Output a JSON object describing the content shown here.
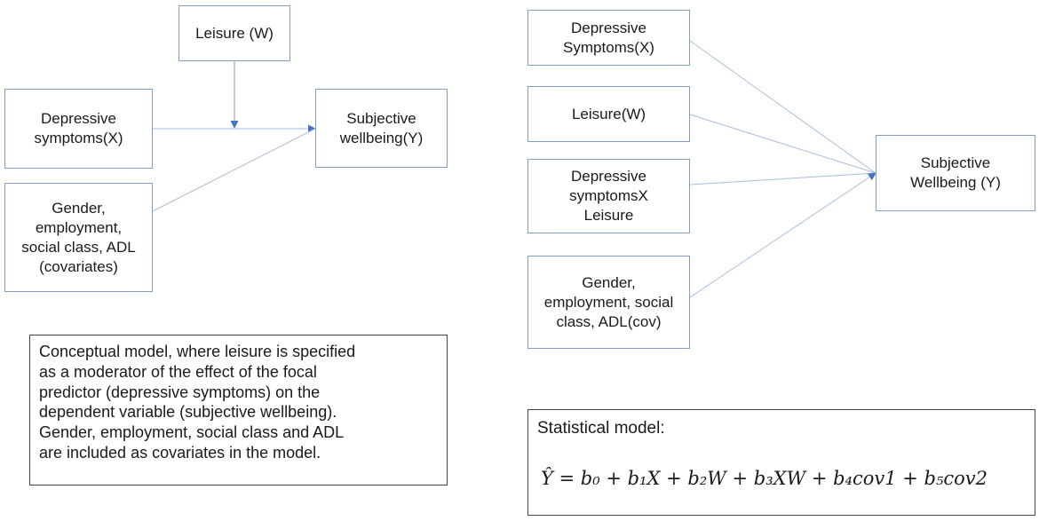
{
  "conceptual": {
    "leisure": "Leisure (W)",
    "x_lines": [
      "Depressive",
      "symptoms(X)"
    ],
    "y_lines": [
      "Subjective",
      "wellbeing(Y)"
    ],
    "cov_lines": [
      "Gender,",
      "employment,",
      "social class, ADL",
      "(covariates)"
    ]
  },
  "statistical": {
    "x_lines": [
      "Depressive",
      "Symptoms(X)"
    ],
    "w": "Leisure(W)",
    "xw_lines": [
      "Depressive",
      "symptomsX",
      "Leisure"
    ],
    "cov_lines": [
      "Gender,",
      "employment, social",
      "class, ADL(cov)"
    ],
    "y_lines": [
      "Subjective",
      "Wellbeing (Y)"
    ]
  },
  "caption_lines": [
    "Conceptual model, where  leisure is specified",
    "as a moderator of the effect of the focal",
    "predictor (depressive  symptoms) on the",
    "dependent variable  (subjective wellbeing).",
    "Gender, employment, social class  and ADL",
    "are included as covariates in the model."
  ],
  "stat_model": {
    "title": "Statistical model:",
    "formula": "Ŷ = b₀ + b₁X + b₂W + b₃XW + b₄cov1 + b₅cov2"
  },
  "colors": {
    "box_border": "#7f9fc6",
    "arrow": "#4472c4",
    "connector": "#a9bde0"
  }
}
